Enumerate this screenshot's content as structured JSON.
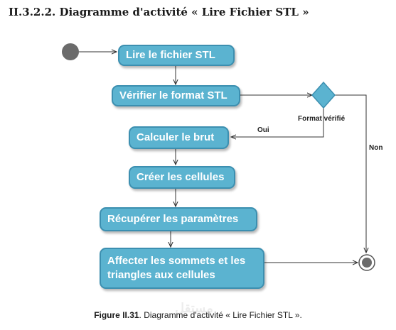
{
  "heading": "II.3.2.2. Diagramme d'activité « Lire Fichier STL »",
  "nodes": {
    "read_file": "Lire le fichier STL",
    "check_format": "Vérifier le format STL",
    "compute_raw": "Calculer le brut",
    "create_cells": "Créer les cellules",
    "get_params": "Récupérer les paramètres",
    "assign_line1": "Affecter les sommets et les",
    "assign_line2": "triangles aux cellules"
  },
  "decision_label": "Format vérifié",
  "edge_labels": {
    "yes": "Oui",
    "no": "Non"
  },
  "caption": {
    "number": "Figure II.31",
    "text": ". Diagramme d'activité « Lire Fichier STL »."
  },
  "watermark": "مستقل",
  "colors": {
    "node_fill": "#5bb3d0",
    "node_border": "#3c8fb0",
    "start": "#6b6b6b",
    "edge": "#333333"
  }
}
